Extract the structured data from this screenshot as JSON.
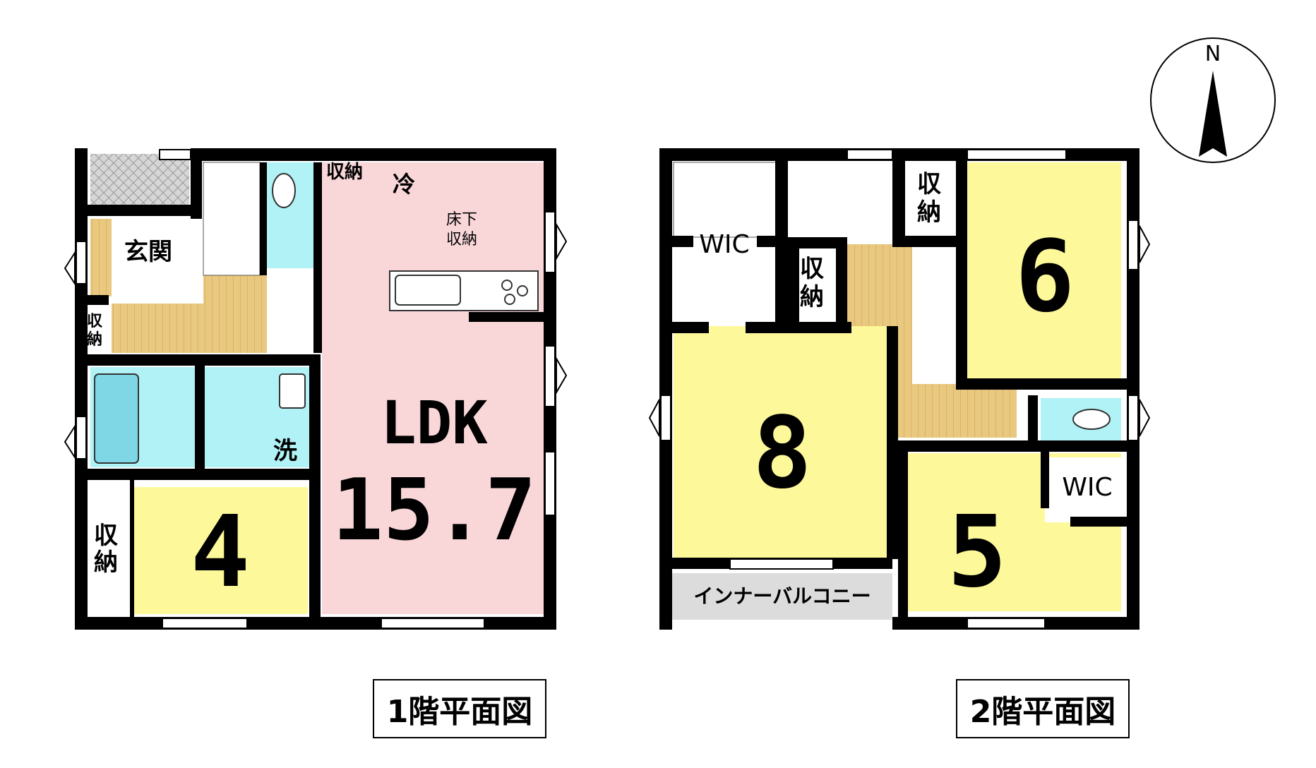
{
  "compass": {
    "label": "N"
  },
  "floor1": {
    "caption": "1階平面図",
    "rooms": {
      "entrance": "玄関",
      "storage_entrance_1": "収",
      "storage_entrance_2": "納",
      "storage_top_1": "収納",
      "fridge": "冷",
      "underfloor_1": "床下",
      "underfloor_2": "収納",
      "wash": "洗",
      "ldk_label": "LDK",
      "ldk_size": "15.7",
      "bedroom_size": "4",
      "storage_left_1": "収",
      "storage_left_2": "納"
    }
  },
  "floor2": {
    "caption": "2階平面図",
    "rooms": {
      "wic_left": "WIC",
      "storage_mid_1": "収",
      "storage_mid_2": "納",
      "storage_right_1": "収",
      "storage_right_2": "納",
      "room8": "8",
      "room6": "6",
      "room5": "5",
      "wic_right": "WIC",
      "balcony": "インナーバルコニー"
    }
  },
  "colors": {
    "wall": "#000000",
    "ldk": "#f9d7d9",
    "bedroom": "#fdf99a",
    "water": "#b0f2f6",
    "hall": "#e9c87f",
    "balcony": "#dcdcdc",
    "entrance_tile": "#c8c8c8"
  }
}
